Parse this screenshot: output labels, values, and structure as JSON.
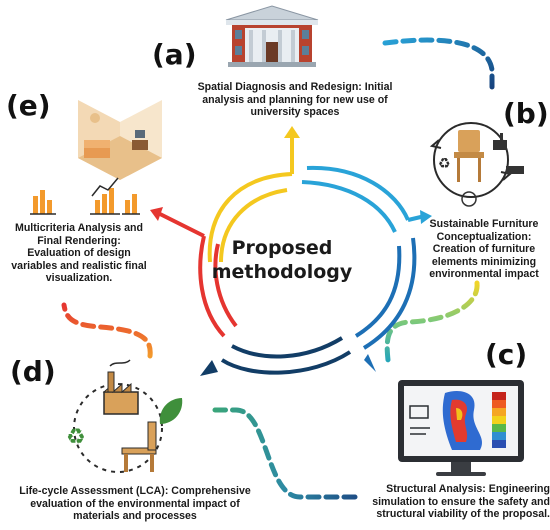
{
  "center": {
    "line1": "Proposed",
    "line2": "methodology"
  },
  "steps": [
    {
      "label": "(a)",
      "lines": [
        "Spatial Diagnosis and Redesign: Initial",
        "analysis and planning for new use of",
        "university spaces"
      ]
    },
    {
      "label": "(b)",
      "lines": [
        "Sustainable Furniture",
        "Conceptualization:",
        "Creation of furniture",
        "elements minimizing",
        "environmental impact"
      ]
    },
    {
      "label": "(c)",
      "lines": [
        "Structural Analysis: Engineering",
        "simulation to ensure the safety and",
        "structural viability of the proposal."
      ]
    },
    {
      "label": "(d)",
      "lines": [
        "Life-cycle Assessment (LCA): Comprehensive",
        "evaluation of the environmental impact of",
        "materials and processes"
      ]
    },
    {
      "label": "(e)",
      "lines": [
        "Multicriteria Analysis and",
        "Final Rendering:",
        "Evaluation of design",
        "variables and realistic final",
        "visualization."
      ]
    }
  ],
  "colors": {
    "yellow": "#f4c81f",
    "blue_light": "#29a3d8",
    "blue_mid": "#1d6fb5",
    "navy": "#123d66",
    "red": "#e53530",
    "teal": "#2aa89a"
  }
}
